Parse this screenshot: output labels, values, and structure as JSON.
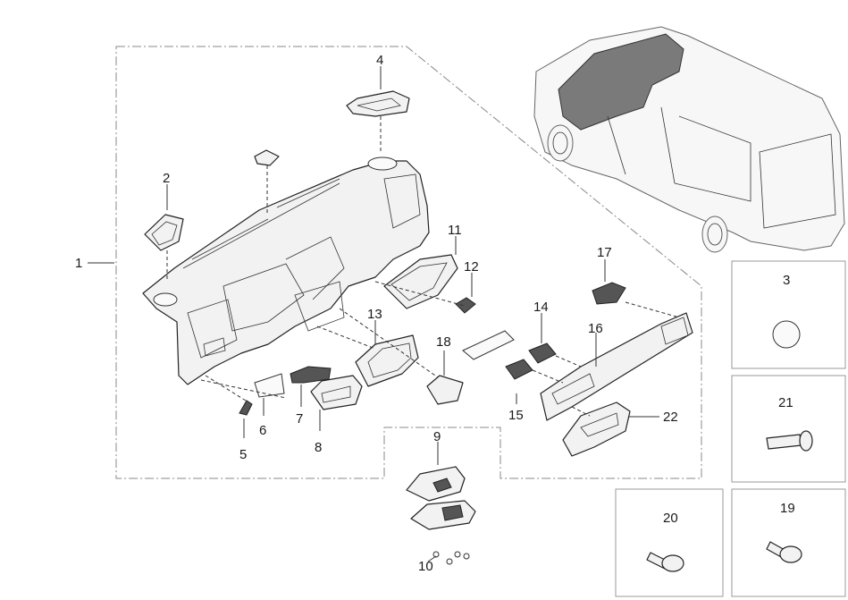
{
  "diagram": {
    "callouts": [
      {
        "id": "1",
        "text": "1"
      },
      {
        "id": "2",
        "text": "2"
      },
      {
        "id": "3",
        "text": "3"
      },
      {
        "id": "4",
        "text": "4"
      },
      {
        "id": "5",
        "text": "5"
      },
      {
        "id": "6",
        "text": "6"
      },
      {
        "id": "7",
        "text": "7"
      },
      {
        "id": "8",
        "text": "8"
      },
      {
        "id": "9",
        "text": "9"
      },
      {
        "id": "10",
        "text": "10"
      },
      {
        "id": "11",
        "text": "11"
      },
      {
        "id": "12",
        "text": "12"
      },
      {
        "id": "13",
        "text": "13"
      },
      {
        "id": "14",
        "text": "14"
      },
      {
        "id": "15",
        "text": "15"
      },
      {
        "id": "16",
        "text": "16"
      },
      {
        "id": "17",
        "text": "17"
      },
      {
        "id": "18",
        "text": "18"
      },
      {
        "id": "19",
        "text": "19"
      },
      {
        "id": "20",
        "text": "20"
      },
      {
        "id": "21",
        "text": "21"
      },
      {
        "id": "22",
        "text": "22"
      }
    ],
    "inset_boxes": [
      "3",
      "21",
      "20",
      "19"
    ],
    "colors": {
      "line": "#222222",
      "chain_line": "#888888",
      "part_fill": "#f2f2f2",
      "shade": "#555555"
    }
  }
}
